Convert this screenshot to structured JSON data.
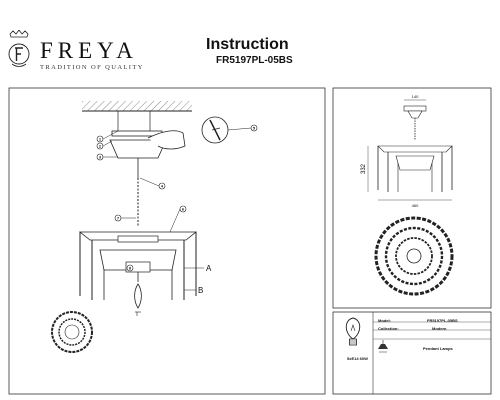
{
  "brand": {
    "name": "FREYA",
    "tagline": "TRADITION OF QUALITY"
  },
  "document": {
    "title": "Instruction",
    "model": "FR5197PL-05BS"
  },
  "diagram": {
    "callouts": [
      "1",
      "2",
      "3",
      "4",
      "5",
      "6",
      "7",
      "8"
    ],
    "side_labels": [
      "A",
      "B"
    ],
    "height_dim": "332",
    "width_dim": "460",
    "top_dim": "140"
  },
  "spec": {
    "model_label": "Model:",
    "model_value": "FR5197PL-05BS",
    "collection_label": "Collection:",
    "collection_value": "Modern",
    "type": "Pendant Lamps",
    "bulb_rating": "5xE14 60W"
  }
}
